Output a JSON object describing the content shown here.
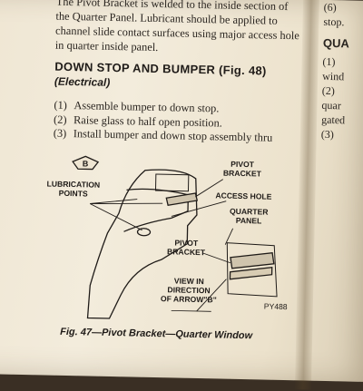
{
  "intro_lines": [
    "The Pivot Bracket is welded to the inside section of",
    "the Quarter Panel. Lubricant should be applied to",
    "channel slide contact surfaces using major access hole",
    "in quarter inside panel."
  ],
  "section": {
    "heading": "DOWN STOP AND BUMPER (Fig. 48)",
    "subheading": "(Electrical)"
  },
  "steps": [
    {
      "num": "(1)",
      "text": "Assemble bumper to down stop."
    },
    {
      "num": "(2)",
      "text": "Raise glass to half open position."
    },
    {
      "num": "(3)",
      "text": "Install bumper and down stop assembly thru"
    }
  ],
  "figure": {
    "arrow_letter": "B",
    "labels": {
      "lubrication": "LUBRICATION\nPOINTS",
      "pivot_bracket_top": "PIVOT\nBRACKET",
      "access_hole": "ACCESS HOLE",
      "quarter_panel": "QUARTER\nPANEL",
      "pivot_bracket_mid": "PIVOT\nBRACKET",
      "view": "VIEW IN\nDIRECTION\nOF ARROW\"B\"",
      "code": "PY488"
    },
    "caption": "Fig. 47—Pivot Bracket—Quarter Window"
  },
  "right_column": {
    "lines": [
      "(6)",
      "stop."
    ],
    "heading": "QUA",
    "lines2": [
      "(1)",
      "wind",
      "(2)",
      "quar",
      "gated",
      "(3)"
    ]
  }
}
